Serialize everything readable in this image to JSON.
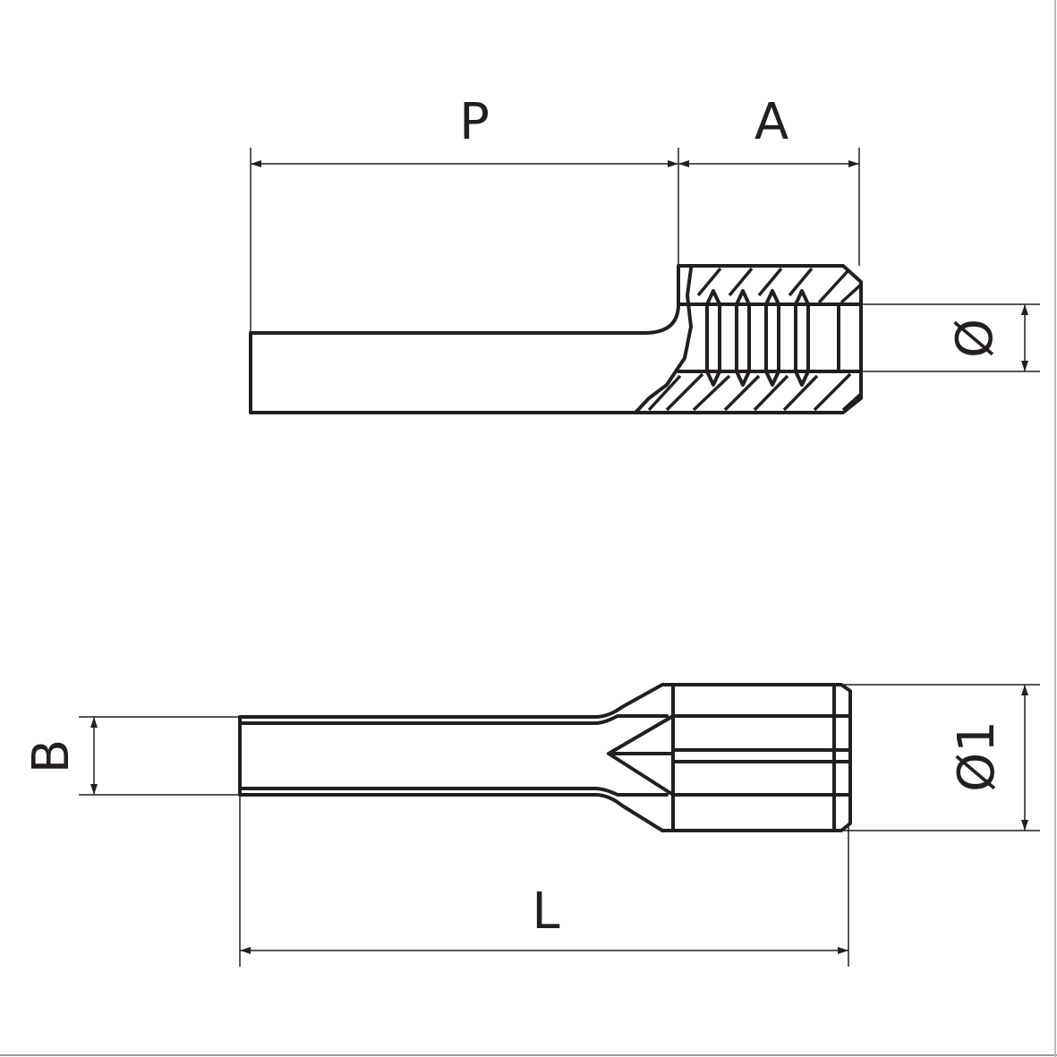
{
  "labels": {
    "P": "P",
    "A": "A",
    "diameter": "Ø",
    "diameter1": "Ø1",
    "B": "B",
    "L": "L"
  },
  "colors": {
    "line": "#231f20",
    "background": "#ffffff"
  }
}
